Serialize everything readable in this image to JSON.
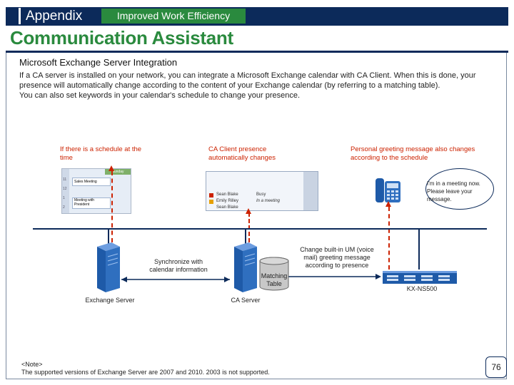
{
  "header": {
    "appendix": "Appendix",
    "badge": "Improved Work Efficiency",
    "title": "Communication Assistant"
  },
  "colors": {
    "navy": "#0c2a5a",
    "green": "#2a8a3e",
    "red": "#cc2200"
  },
  "section": {
    "subheading": "Microsoft Exchange Server Integration",
    "para1": "If a CA server is installed on your network, you can integrate a Microsoft Exchange calendar with CA Client. When this is done, your presence will automatically change according to the content of your Exchange calendar (by referring to a matching table).",
    "para2": "You can also set keywords in your calendar's schedule to change your presence."
  },
  "diagram": {
    "label_schedule": "If there is a schedule at the time",
    "label_presence": "CA Client presence automatically changes",
    "label_greeting": "Personal greeting message also changes according to the schedule",
    "bubble": "I'm in a meeting now. Please leave your message.",
    "label_sync": "Synchronize with calendar information",
    "label_matching": "Matching Table",
    "label_um": "Change built-in UM (voice mail) greeting message according to presence",
    "pbx_model": "KX-NS500",
    "node_exchange": "Exchange Server",
    "node_ca": "CA Server"
  },
  "screens": {
    "calendar_header": "Sunday",
    "calendar_rows": [
      "Sales Meeting",
      "Meeting with President"
    ],
    "calendar_hours": [
      "11",
      "12",
      "1",
      "2"
    ],
    "ca_rows": [
      "Sean Blake",
      "Emily Rilley",
      "Sean Blake"
    ],
    "ca_status": [
      "Busy",
      "In a meeting",
      ""
    ]
  },
  "footer": {
    "note_label": "<Note>",
    "note_text": "The supported versions of Exchange Server are 2007 and 2010. 2003 is not supported.",
    "page_number": "76"
  }
}
